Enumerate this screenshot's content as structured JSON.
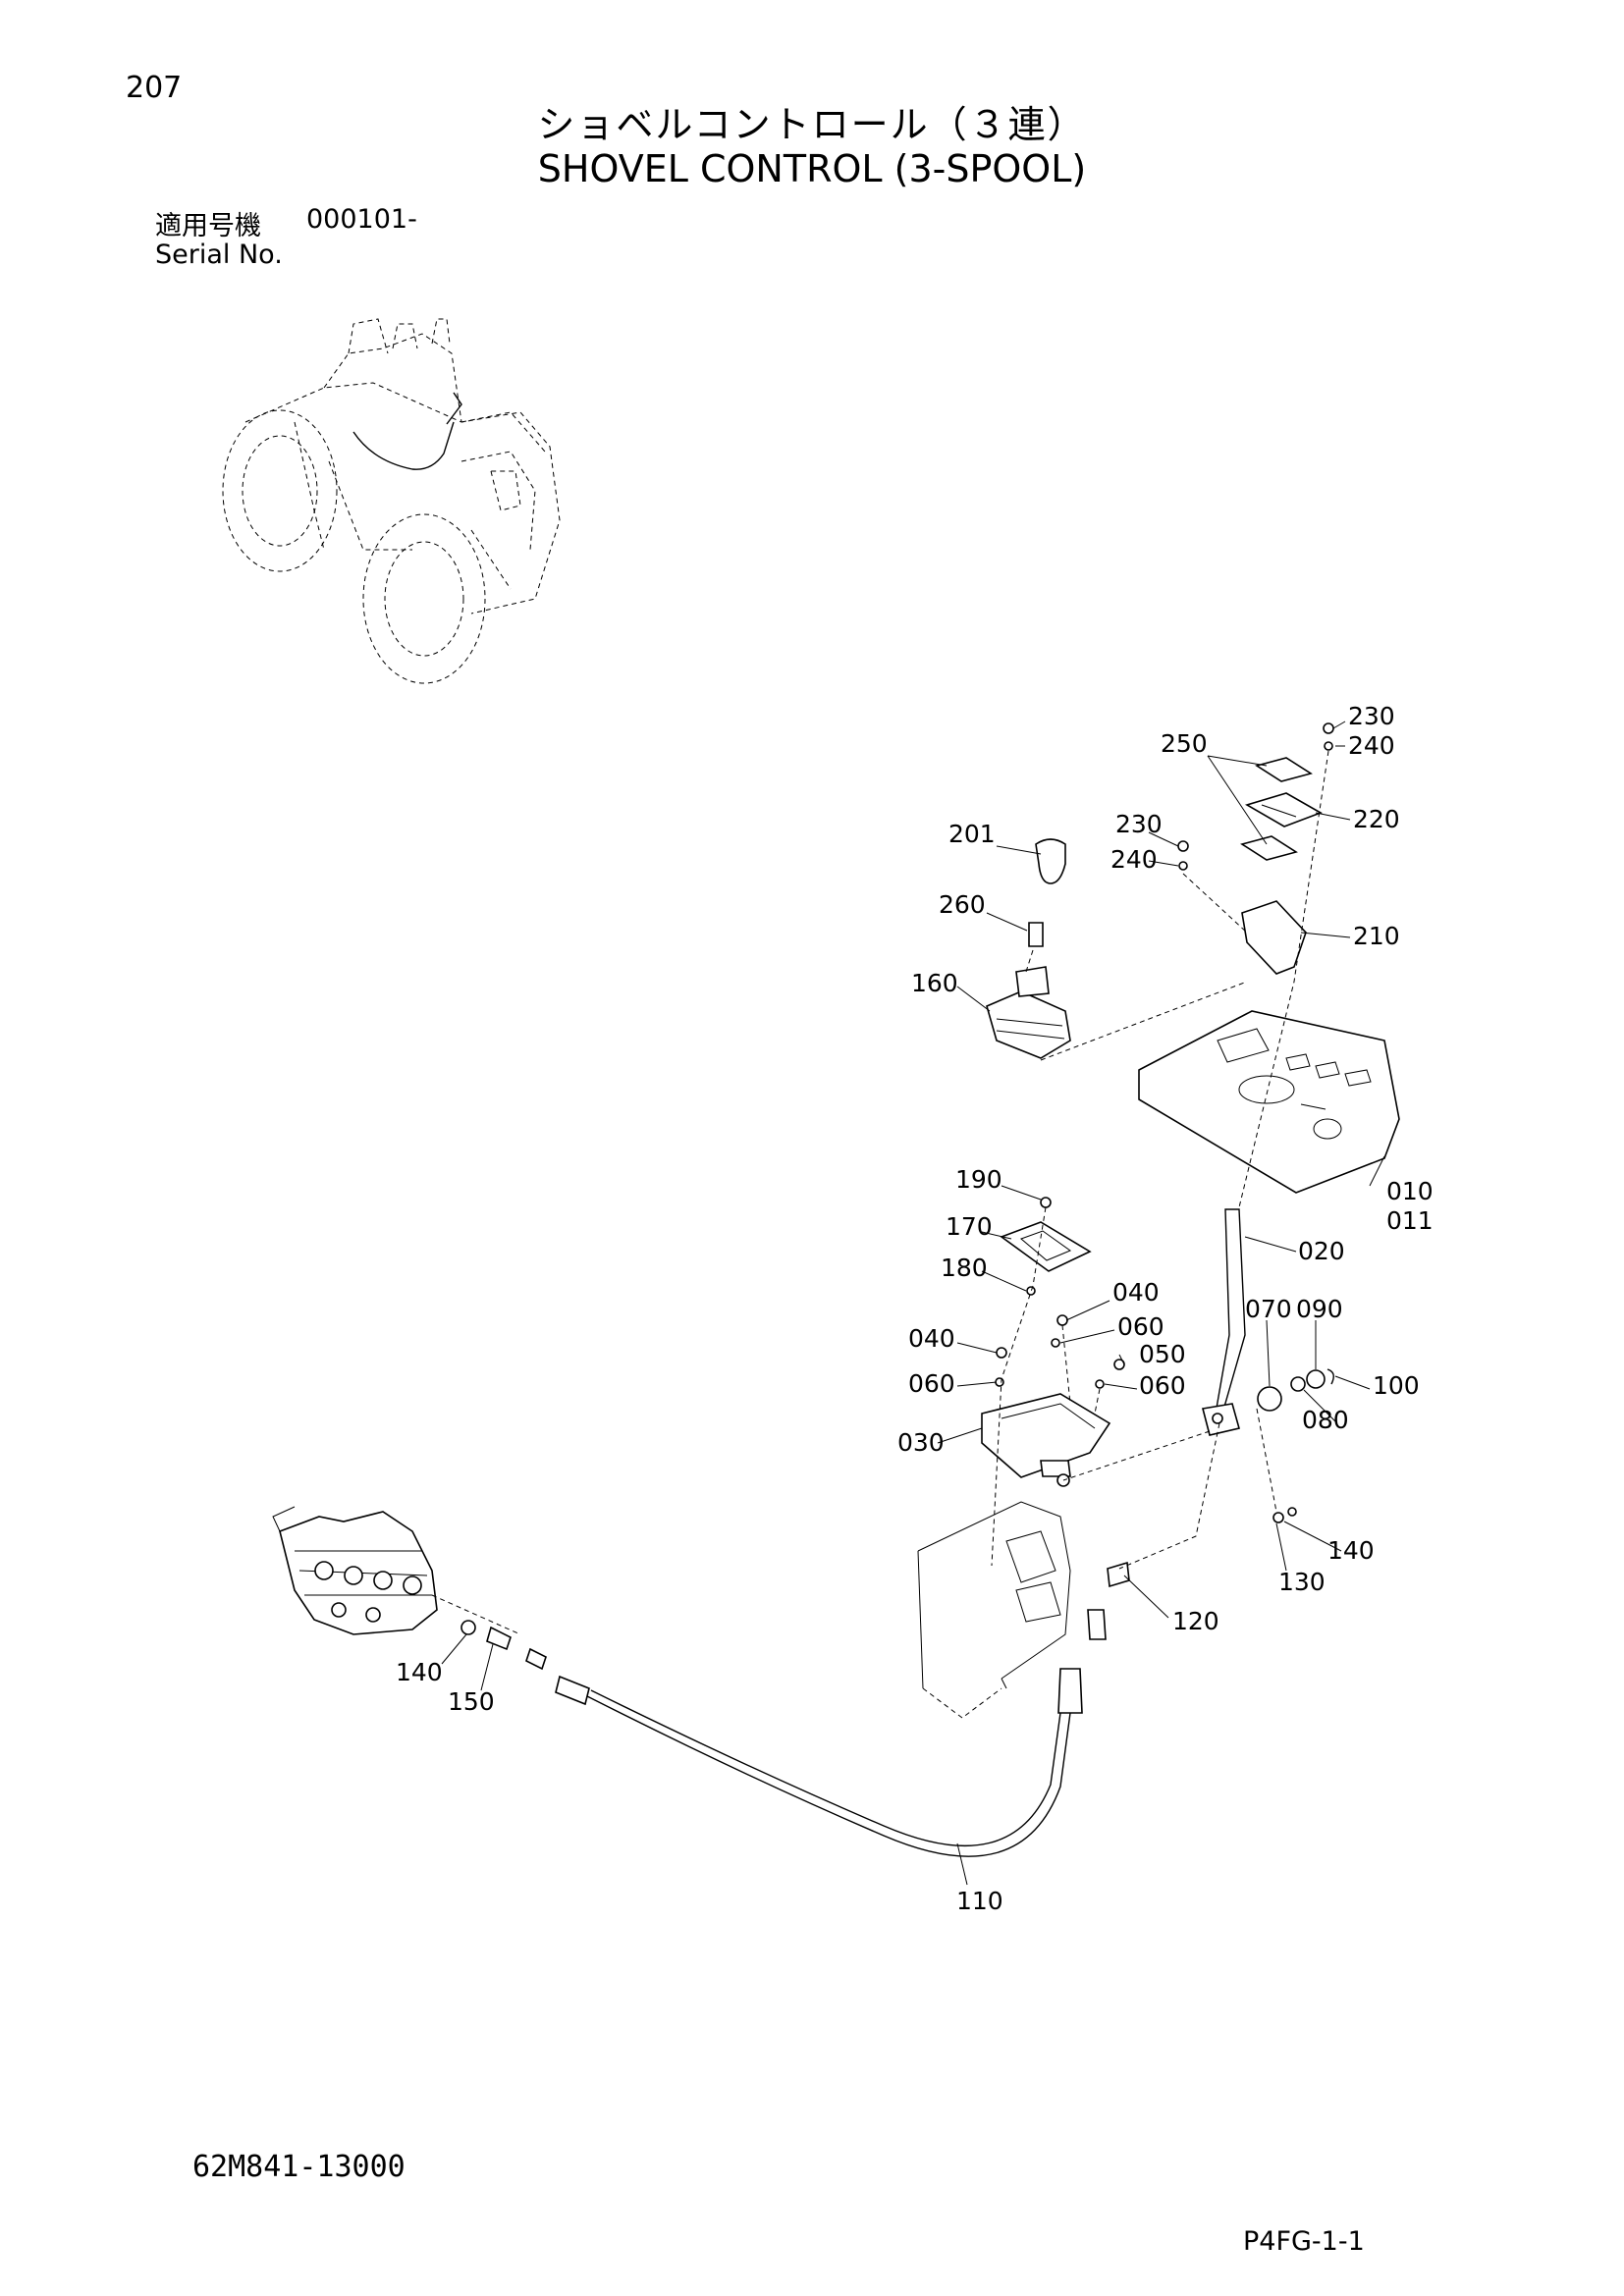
{
  "header": {
    "page_number": "207",
    "title_jp": "ショベルコントロール（３連）",
    "title_en": "SHOVEL CONTROL (3-SPOOL)",
    "serial_label_jp": "適用号機",
    "serial_value": "000101-",
    "serial_label_en": "Serial No."
  },
  "callouts": {
    "c230a": "230",
    "c240a": "240",
    "c250": "250",
    "c220": "220",
    "c201": "201",
    "c230b": "230",
    "c240b": "240",
    "c260": "260",
    "c210": "210",
    "c160": "160",
    "c010": "010",
    "c011": "011",
    "c190": "190",
    "c170": "170",
    "c020": "020",
    "c180": "180",
    "c040a": "040",
    "c060a": "060",
    "c070": "070",
    "c090": "090",
    "c040b": "040",
    "c050": "050",
    "c060b": "060",
    "c060c": "060",
    "c100": "100",
    "c080": "080",
    "c030": "030",
    "c140a": "140",
    "c130": "130",
    "c120": "120",
    "c140b": "140",
    "c150": "150",
    "c110": "110"
  },
  "footer": {
    "drawing_number": "62M841-13000",
    "page_code": "P4FG-1-1"
  }
}
